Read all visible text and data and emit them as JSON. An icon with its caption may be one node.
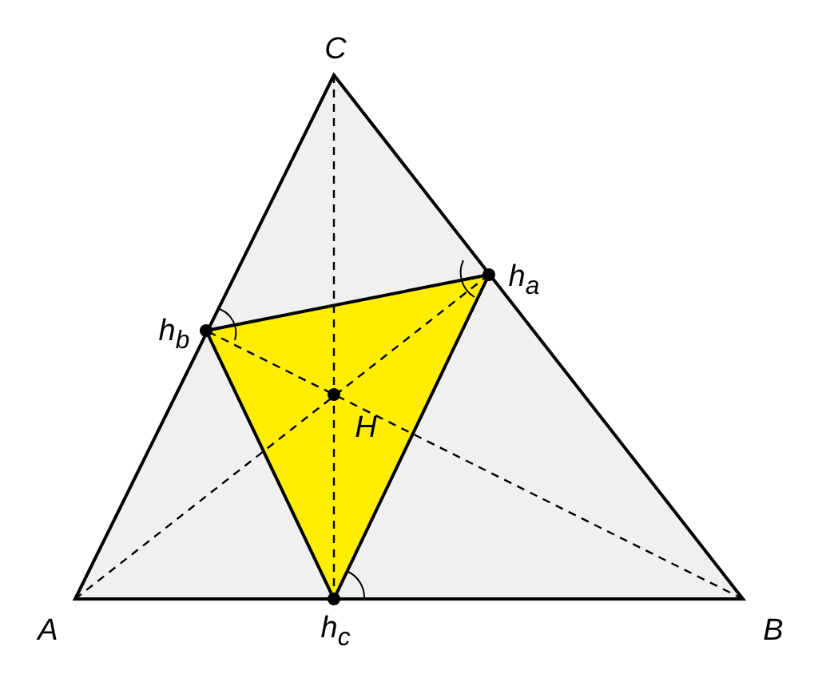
{
  "diagram": {
    "labels": [
      "C",
      "h$_{a}$",
      "h$_{b}$",
      "H",
      "A",
      "h$_{c}$",
      "B"
    ]
  }
}
